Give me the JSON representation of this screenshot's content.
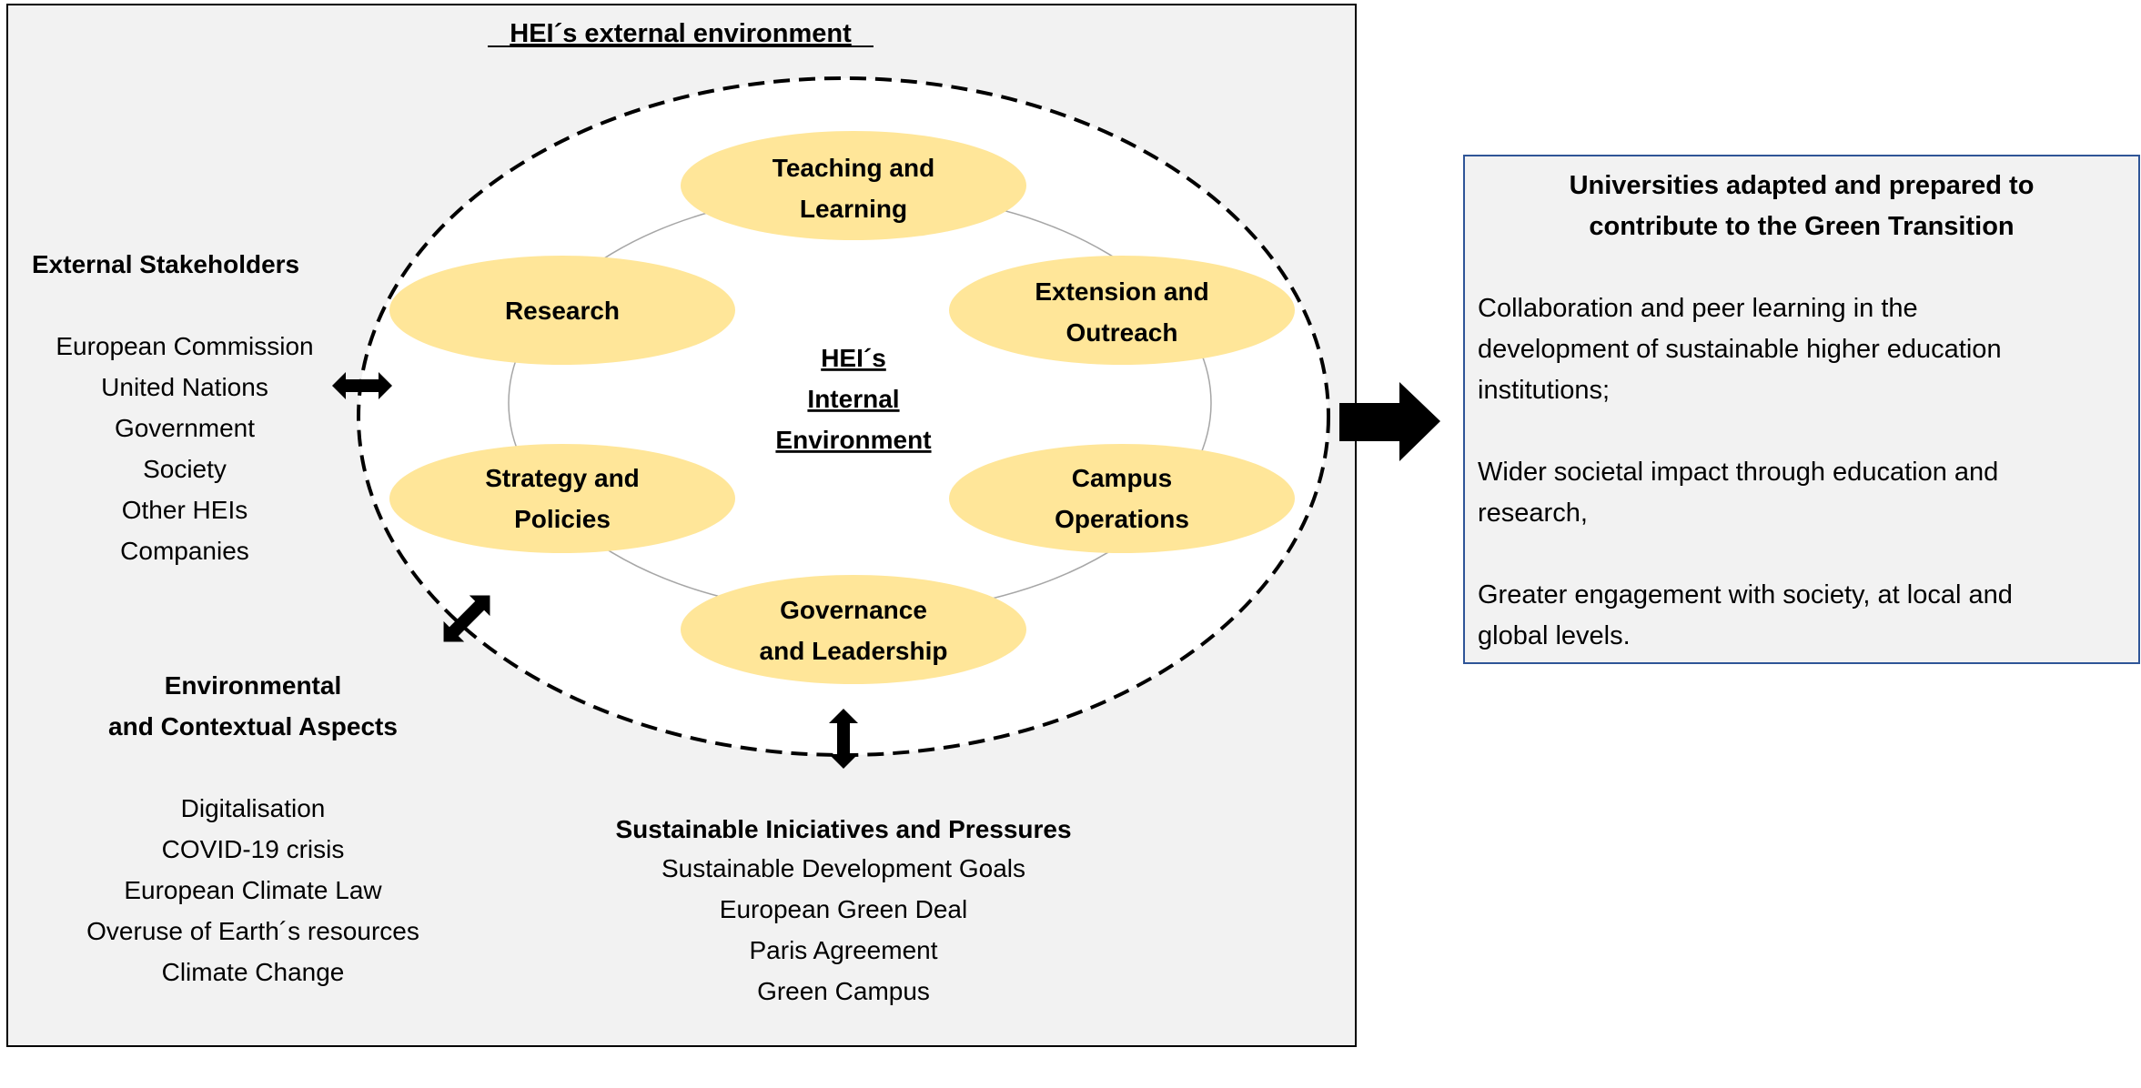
{
  "external_env": {
    "title": "HEI´s external environment"
  },
  "internal_env": {
    "title_lines": [
      "HEI´s",
      "Internal",
      "Environment"
    ]
  },
  "pillars": [
    {
      "lines": [
        "Teaching and",
        "Learning"
      ]
    },
    {
      "lines": [
        "Research"
      ]
    },
    {
      "lines": [
        "Extension and",
        "Outreach"
      ]
    },
    {
      "lines": [
        "Strategy and",
        "Policies"
      ]
    },
    {
      "lines": [
        "Campus",
        "Operations"
      ]
    },
    {
      "lines": [
        "Governance",
        "and Leadership"
      ]
    }
  ],
  "stakeholders": {
    "heading": "External Stakeholders",
    "items": [
      "European Commission",
      "United Nations",
      "Government",
      "Society",
      "Other HEIs",
      "Companies"
    ]
  },
  "contextual": {
    "heading_lines": [
      "Environmental",
      "and Contextual Aspects"
    ],
    "items": [
      "Digitalisation",
      "COVID-19 crisis",
      "European Climate Law",
      "Overuse of Earth´s resources",
      "Climate Change"
    ]
  },
  "initiatives": {
    "heading": "Sustainable Iniciatives and Pressures",
    "items": [
      "Sustainable Development Goals",
      "European Green Deal",
      "Paris Agreement",
      "Green Campus"
    ]
  },
  "outcome": {
    "heading_lines": [
      "Universities adapted and prepared to",
      "contribute to the Green Transition"
    ],
    "paragraphs": [
      [
        "Collaboration and peer learning in the",
        "development of sustainable higher education",
        "institutions;"
      ],
      [
        "Wider societal impact through education and",
        "research,"
      ],
      [
        "Greater engagement with society, at local and",
        "global levels."
      ]
    ]
  },
  "colors": {
    "panel_fill": "#F2F2F2",
    "pillar_fill": "#FFE699",
    "outcome_border": "#2F5597"
  }
}
